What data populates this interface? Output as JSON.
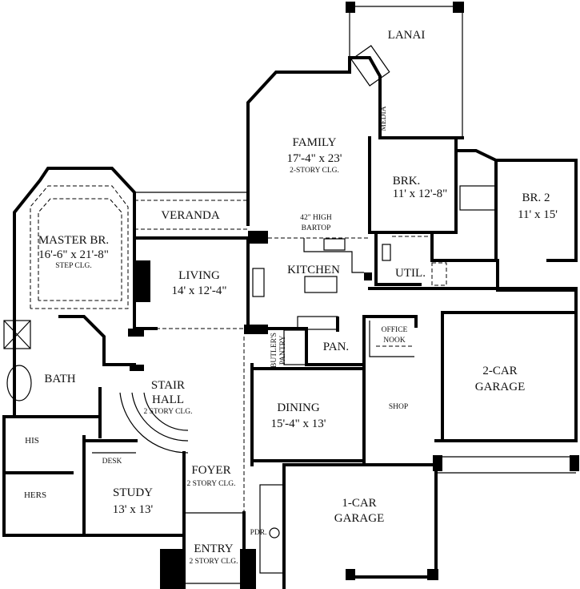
{
  "rooms": {
    "lanai": {
      "name": "LANAI"
    },
    "media": {
      "name": "MEDIA"
    },
    "family": {
      "name": "FAMILY",
      "size": "17'-4\" x 23'",
      "note": "2-STORY CLG."
    },
    "breakfast": {
      "name": "BRK.",
      "size": "11' x 12'-8\""
    },
    "bedroom2": {
      "name": "BR. 2",
      "size": "11' x 15'"
    },
    "master": {
      "name": "MASTER BR.",
      "size": "16'-6\" x 21'-8\"",
      "note": "STEP CLG."
    },
    "veranda": {
      "name": "VERANDA"
    },
    "bartop": {
      "line1": "42\" HIGH",
      "line2": "BARTOP"
    },
    "living": {
      "name": "LIVING",
      "size": "14' x 12'-4\""
    },
    "kitchen": {
      "name": "KITCHEN"
    },
    "utility": {
      "name": "UTIL."
    },
    "office_nook": {
      "line1": "OFFICE",
      "line2": "NOOK"
    },
    "pantry": {
      "name": "PAN."
    },
    "butlers_pantry": {
      "line1": "BUTLER'S",
      "line2": "PANTRY"
    },
    "bath": {
      "name": "BATH"
    },
    "stair_hall": {
      "line1": "STAIR",
      "line2": "HALL",
      "note": "2 STORY CLG."
    },
    "garage2": {
      "line1": "2-CAR",
      "line2": "GARAGE"
    },
    "shop": {
      "name": "SHOP"
    },
    "dining": {
      "name": "DINING",
      "size": "15'-4\" x 13'"
    },
    "his": {
      "name": "HIS"
    },
    "hers": {
      "name": "HERS"
    },
    "desk": {
      "name": "DESK"
    },
    "foyer": {
      "name": "FOYER",
      "note": "2 STORY CLG."
    },
    "study": {
      "name": "STUDY",
      "size": "13' x 13'"
    },
    "garage1": {
      "line1": "1-CAR",
      "line2": "GARAGE"
    },
    "powder": {
      "name": "PDR."
    },
    "entry": {
      "name": "ENTRY",
      "note": "2 STORY CLG."
    }
  }
}
